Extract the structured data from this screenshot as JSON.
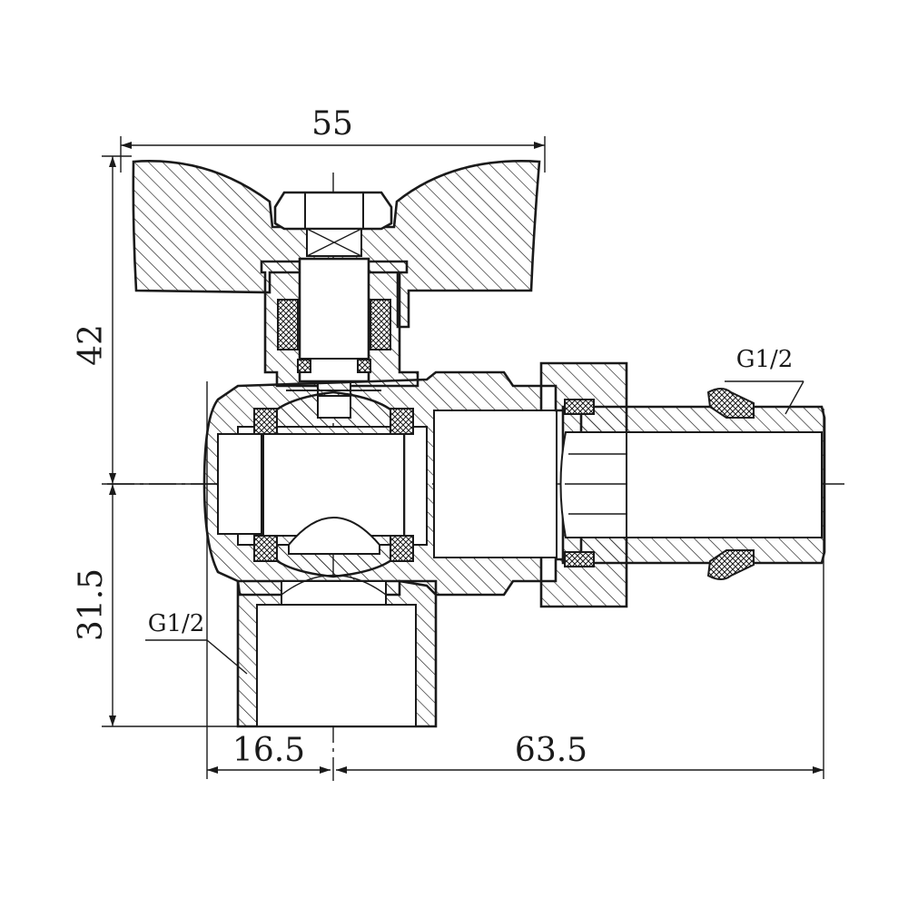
{
  "drawing": {
    "dimensions": {
      "width_top": "55",
      "height_left": "42",
      "depth_bottom": "31.5",
      "offset_bottom_left": "16.5",
      "length_bottom_right": "63.5"
    },
    "threads": {
      "outlet_right": "G1/2",
      "inlet_bottom": "G1/2"
    }
  }
}
